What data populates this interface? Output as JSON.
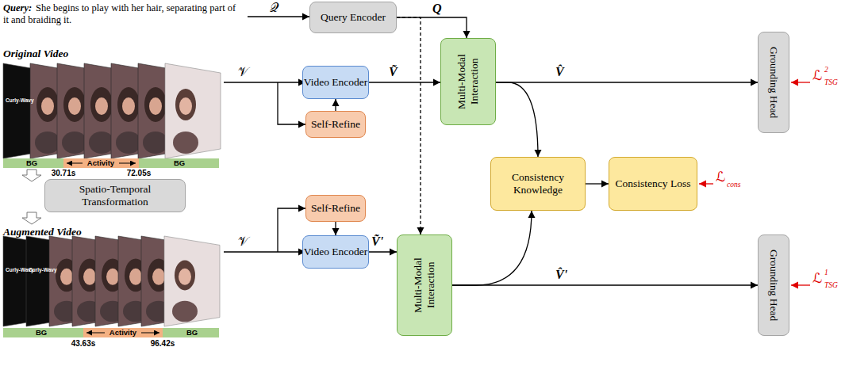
{
  "diagram": {
    "nodes": [
      {
        "text": [
          "Query Encoder"
        ]
      },
      {
        "text": [
          "Video Encoder"
        ]
      },
      {
        "text": [
          "Self-Refine"
        ]
      },
      {
        "text": [
          "Multi-Modal Interaction"
        ]
      },
      {
        "text": [
          "Grounding Head"
        ]
      },
      {
        "text": [
          "Spatio-Temporal Transformation"
        ]
      },
      {
        "text": [
          "Consistency Knowledge"
        ]
      },
      {
        "text": [
          "Consistency Loss"
        ]
      },
      {
        "text": [
          "Self-Refine"
        ]
      },
      {
        "text": [
          "Video Encoder"
        ]
      },
      {
        "text": [
          "Multi-Modal Interaction"
        ]
      },
      {
        "text": [
          "Grounding Head"
        ]
      }
    ],
    "edges": [
      {
        "from": 0,
        "to": 3,
        "arrow": "to"
      },
      {
        "from": 0,
        "to": 10,
        "arrow": "to"
      },
      {
        "from": 1,
        "to": 3,
        "arrow": "to"
      },
      {
        "from": 2,
        "to": 1,
        "arrow": "to"
      },
      {
        "from": 3,
        "to": 4,
        "arrow": "to"
      },
      {
        "from": 3,
        "to": 6,
        "arrow": "to"
      },
      {
        "from": 6,
        "to": 7,
        "arrow": "to"
      },
      {
        "from": 10,
        "to": 6,
        "arrow": "to"
      },
      {
        "from": 8,
        "to": 9,
        "arrow": "to"
      },
      {
        "from": 9,
        "to": 10,
        "arrow": "to"
      },
      {
        "from": 10,
        "to": 11,
        "arrow": "to"
      }
    ],
    "labels": [
      "Query:",
      "She begins to play with her hair, separating part of it and braiding it.",
      "𝒬",
      "Q",
      "Original Video",
      "Curly-Wavy",
      "BG",
      "Activity",
      "BG",
      "30.71s",
      "72.05s",
      "𝒱",
      "Ṽ",
      "V̂",
      "ℒ",
      "TSG",
      "2",
      "ℒ",
      "cons",
      "Augmented Video",
      "Curly-Wavy",
      "Curly-Wavy",
      "BG",
      "Activity",
      "BG",
      "43.63s",
      "96.42s",
      "𝒱",
      "Ṽ'",
      "V̂'",
      "ℒ",
      "TSG",
      "1"
    ]
  }
}
